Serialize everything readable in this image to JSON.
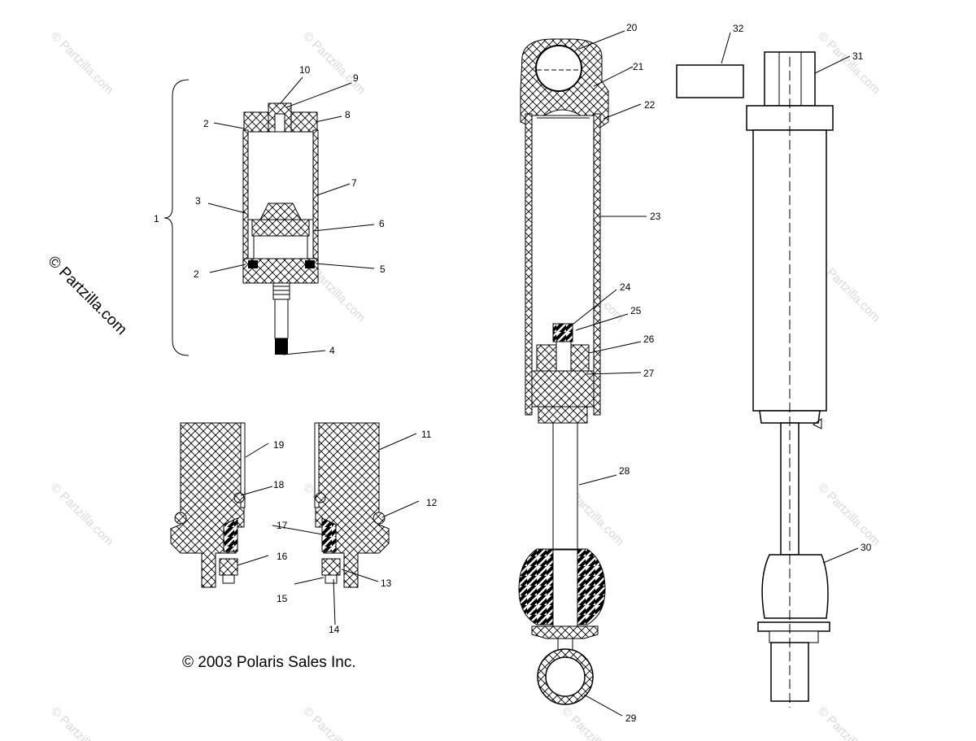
{
  "copyright": "© 2003 Polaris Sales Inc.",
  "watermark": "© Partzilla.com",
  "callouts": [
    "1",
    "2",
    "2",
    "3",
    "4",
    "5",
    "6",
    "7",
    "8",
    "9",
    "10",
    "11",
    "12",
    "13",
    "14",
    "15",
    "16",
    "17",
    "18",
    "19",
    "20",
    "21",
    "22",
    "23",
    "24",
    "25",
    "26",
    "27",
    "28",
    "29",
    "30",
    "31",
    "32"
  ]
}
